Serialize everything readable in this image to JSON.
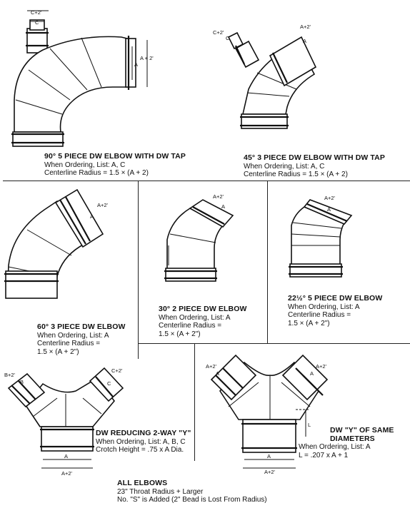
{
  "panels": [
    {
      "id": "p1",
      "title": "90° 5 PIECE DW ELBOW WITH DW TAP",
      "lines": [
        "When Ordering, List: A, C",
        "Centerline Radius = 1.5 × (A + 2)"
      ]
    },
    {
      "id": "p2",
      "title": "45° 3 PIECE DW ELBOW WITH DW TAP",
      "lines": [
        "When Ordering, List: A, C",
        "Centerline Radius = 1.5 × (A + 2)"
      ]
    },
    {
      "id": "p3",
      "title": "60° 3 PIECE DW ELBOW",
      "lines": [
        "When Ordering, List: A",
        "Centerline Radius =",
        "1.5 × (A + 2\")"
      ]
    },
    {
      "id": "p4",
      "title": "30° 2 PIECE DW ELBOW",
      "lines": [
        "When Ordering, List: A",
        "Centerline Radius =",
        "1.5 × (A + 2\")"
      ]
    },
    {
      "id": "p5",
      "title": "22½° 5 PIECE DW ELBOW",
      "lines": [
        "When Ordering, List: A",
        "Centerline Radius =",
        "1.5 × (A + 2\")"
      ]
    },
    {
      "id": "p6",
      "title": "DW REDUCING 2-WAY \"Y\"",
      "lines": [
        "When Ordering, List: A, B, C",
        "Crotch Height = .75 x A Dia."
      ]
    },
    {
      "id": "p7",
      "title": "DW \"Y\" OF SAME DIAMETERS",
      "lines": [
        "When Ordering, List: A",
        "L = .207 x A + 1"
      ]
    }
  ],
  "footer": {
    "title": "ALL ELBOWS",
    "lines": [
      "23\" Throat Radius + Larger",
      "No. \"S\" is Added (2\" Bead is Lost From Radius)"
    ]
  },
  "labels": {
    "a": "A",
    "a2": "A + 2'",
    "a2b": "A+2'",
    "c": "C",
    "c2": "C+2'",
    "b": "B",
    "b2": "B+2'",
    "l": "L"
  }
}
